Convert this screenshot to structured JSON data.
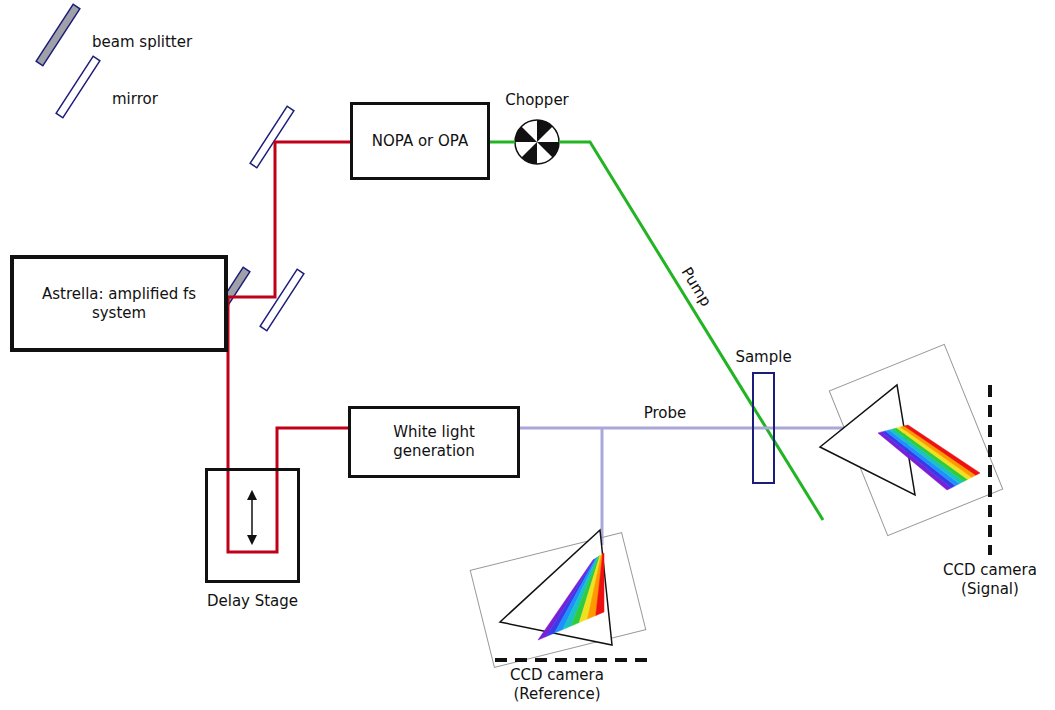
{
  "diagram": {
    "nodes": [
      {
        "text": [
          "Astrella: amplified fs system"
        ]
      },
      {
        "text": [
          "NOPA or OPA"
        ]
      },
      {
        "text": [
          "Chopper"
        ]
      },
      {
        "text": [
          "White light generation"
        ]
      },
      {
        "text": [
          "Delay Stage"
        ]
      },
      {
        "text": [
          "Sample"
        ]
      }
    ],
    "edges": [
      {
        "from": 0,
        "to": 1,
        "arrow": "none"
      },
      {
        "from": 0,
        "to": 4,
        "arrow": "none"
      },
      {
        "from": 4,
        "to": 3,
        "arrow": "none"
      },
      {
        "from": 1,
        "to": 2,
        "arrow": "none"
      },
      {
        "from": 2,
        "to": 5,
        "label": "Pump",
        "arrow": "none"
      },
      {
        "from": 3,
        "to": 5,
        "label": "Probe",
        "arrow": "none"
      }
    ],
    "labels": [
      "CCD camera (Signal)",
      "CCD camera (Reference)"
    ],
    "legend": [
      {
        "text": "beam splitter"
      },
      {
        "text": "mirror"
      }
    ]
  }
}
